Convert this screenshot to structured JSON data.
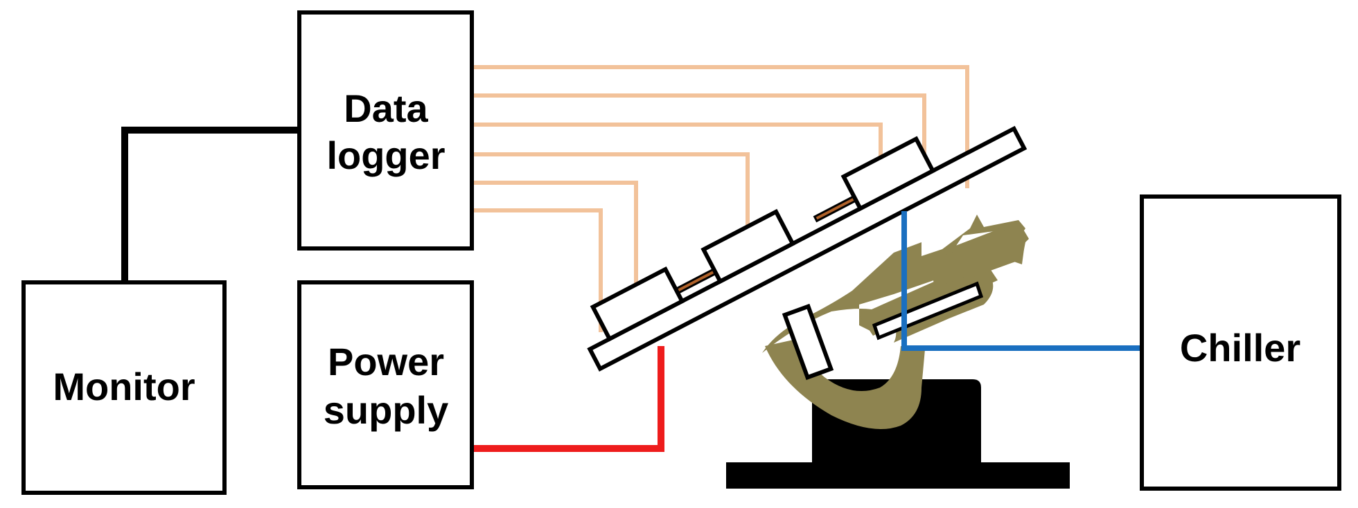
{
  "nodes": {
    "monitor": {
      "label": "Monitor"
    },
    "data_logger": {
      "lines": [
        "Data",
        "logger"
      ]
    },
    "power_supply": {
      "lines": [
        "Power",
        "supply"
      ]
    },
    "chiller": {
      "label": "Chiller"
    }
  },
  "colors": {
    "sensor_wire": "#f2c29a",
    "module_link": "#b0622a",
    "power_wire": "#ee1c1c",
    "chiller_pipe": "#1a6fc0",
    "stand_olive": "#8e8450",
    "base": "#000000"
  }
}
